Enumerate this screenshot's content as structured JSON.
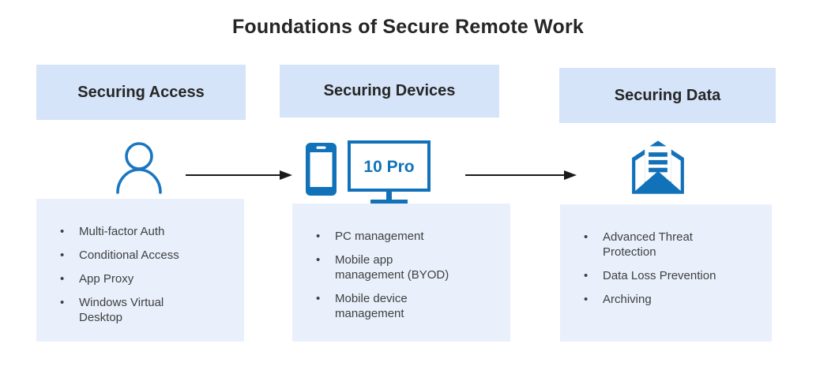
{
  "title": "Foundations of Secure Remote Work",
  "bullet": "•",
  "colors": {
    "title_text": "#262626",
    "body_text": "#3f3f3f",
    "header_bg": "#d5e4f9",
    "panel_bg": "#e9f0fb",
    "icon_blue": "#1272b9",
    "person_blue": "#1b76c0",
    "arrow": "#1a1a1a"
  },
  "icons": {
    "col1": "person-icon",
    "col2_left": "smartphone-icon",
    "col2_right": "monitor-icon",
    "col3": "open-envelope-icon"
  },
  "columns": [
    {
      "header": "Securing Access",
      "items": [
        "Multi-factor Auth",
        "Conditional Access",
        "App Proxy",
        "Windows Virtual\nDesktop"
      ]
    },
    {
      "header": "Securing Devices",
      "monitor_label": "10 Pro",
      "items": [
        "PC management",
        "Mobile app\nmanagement (BYOD)",
        "Mobile device\nmanagement"
      ]
    },
    {
      "header": "Securing Data",
      "items": [
        "Advanced Threat\nProtection",
        "Data Loss Prevention",
        "Archiving"
      ]
    }
  ]
}
